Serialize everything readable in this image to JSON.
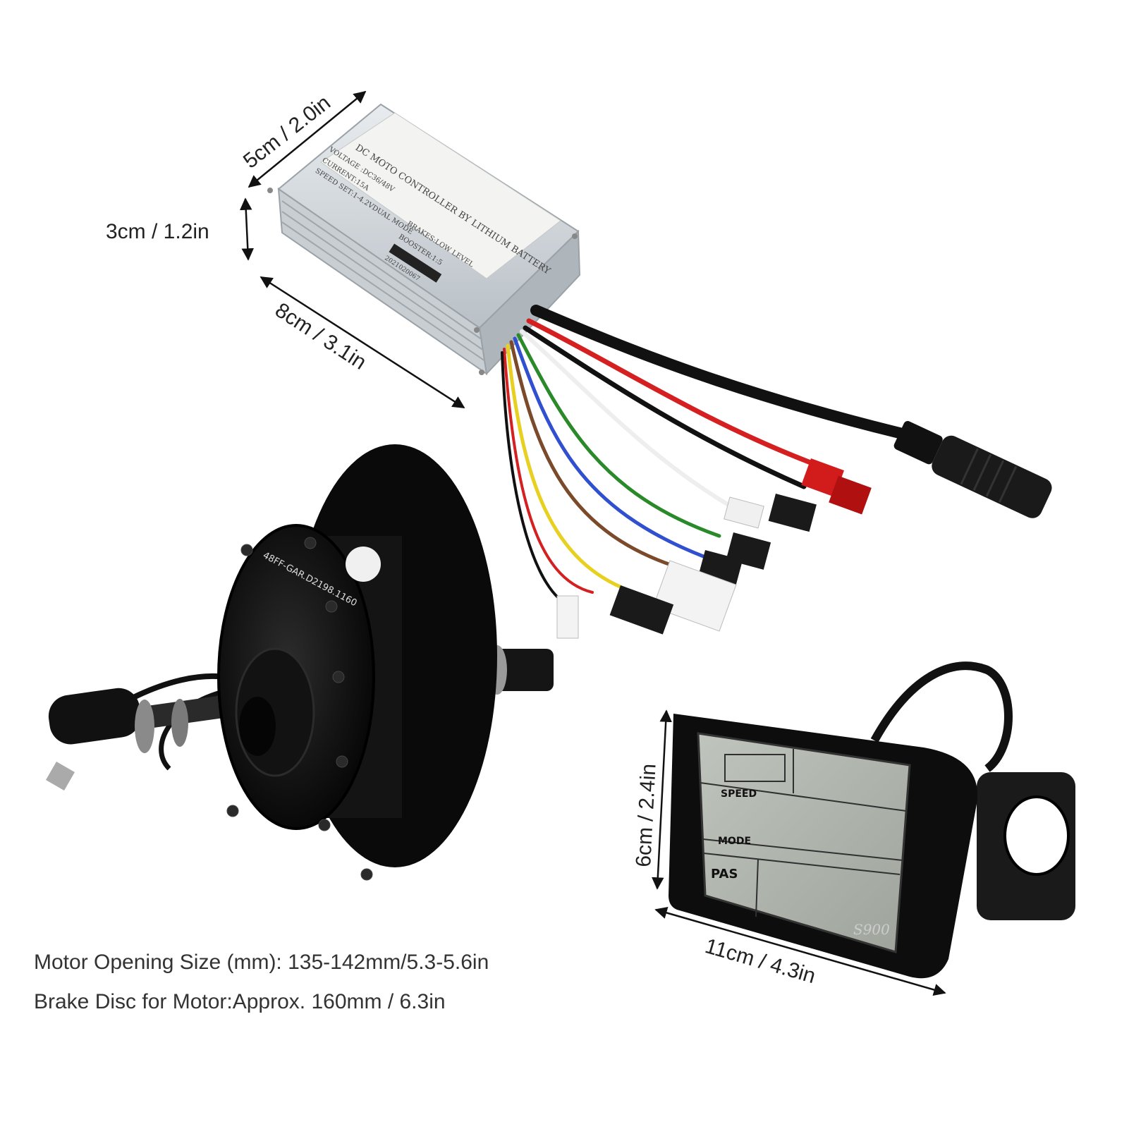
{
  "product": {
    "dimensions": {
      "controller_width": "5cm / 2.0in",
      "controller_height": "3cm / 1.2in",
      "controller_length": "8cm / 3.1in",
      "display_height": "6cm /  2.4in",
      "display_width": "11cm / 4.3in"
    },
    "controller_label": {
      "line1": "DC MOTO CONTROLLER BY LITHIUM BATTERY",
      "line2": "VOLTAGE :DC36/48V",
      "line3": "CURRENT:15A",
      "line4": "SPEED SET:1-4.2VDUAL MODE",
      "line5": "BRAKES:LOW LEVEL",
      "line6": "BOOSTER:1:5",
      "serial": "2021020067"
    },
    "motor_label": "48FF-GAR.D2198.1160",
    "display": {
      "speed_label": "SPEED",
      "mode_label": "MODE",
      "pas_label": "PAS",
      "model": "S900"
    },
    "captions": {
      "opening_size": "Motor Opening Size (mm): 135-142mm/5.3-5.6in",
      "brake_disc": "Brake Disc for Motor:Approx. 160mm / 6.3in"
    },
    "wire_colors": [
      "#111111",
      "#d42020",
      "#e8d020",
      "#2a8a2a",
      "#3050d0",
      "#7a4a2a",
      "#ffffff",
      "#f08020"
    ],
    "icons": [
      "controller-box",
      "hub-motor",
      "lcd-display",
      "dimension-arrow"
    ]
  }
}
